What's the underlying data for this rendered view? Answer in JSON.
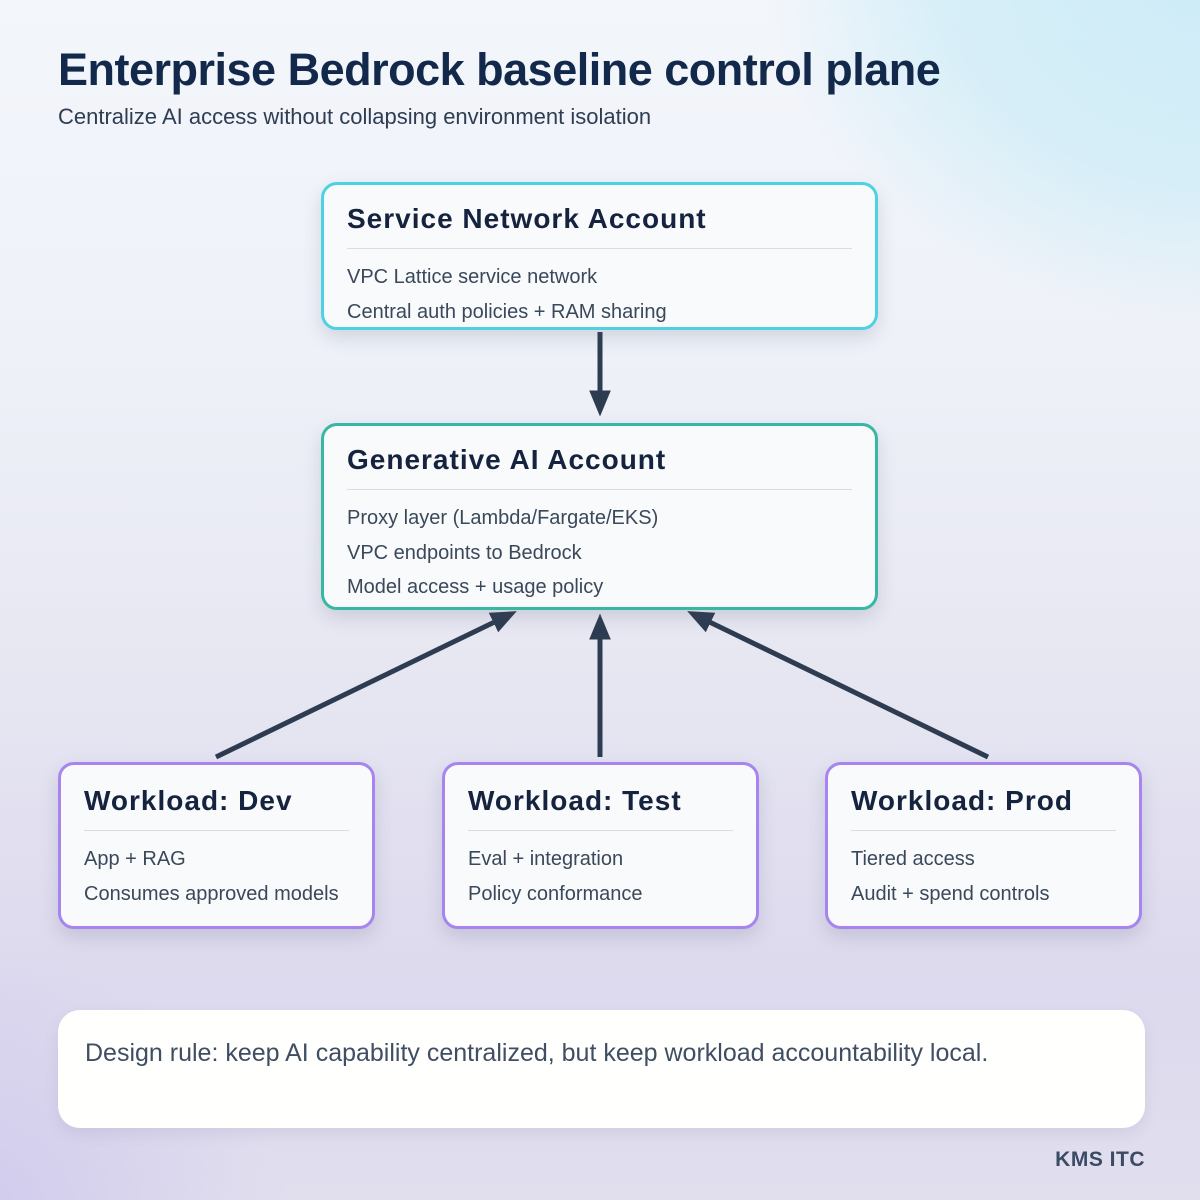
{
  "page": {
    "title": "Enterprise Bedrock baseline control plane",
    "subtitle": "Centralize AI access without collapsing environment isolation",
    "footer": "KMS ITC"
  },
  "colors": {
    "title_navy": "#13294b",
    "body_slate": "#3a4859",
    "accent_cyan": "#4ed1e3",
    "accent_teal": "#38b8a3",
    "accent_purple": "#a884f0",
    "arrow": "#2e3c52",
    "card_bg": "#f8fafc"
  },
  "nodes": [
    {
      "id": "service-network",
      "title": "Service Network Account",
      "lines": [
        "VPC Lattice service network",
        "Central auth policies + RAM sharing"
      ],
      "accent": "cyan"
    },
    {
      "id": "generative-ai",
      "title": "Generative AI Account",
      "lines": [
        "Proxy layer (Lambda/Fargate/EKS)",
        "VPC endpoints to Bedrock",
        "Model access + usage policy"
      ],
      "accent": "teal"
    },
    {
      "id": "workload-dev",
      "title": "Workload: Dev",
      "lines": [
        "App + RAG",
        "Consumes approved models"
      ],
      "accent": "purple"
    },
    {
      "id": "workload-test",
      "title": "Workload: Test",
      "lines": [
        "Eval + integration",
        "Policy conformance"
      ],
      "accent": "purple"
    },
    {
      "id": "workload-prod",
      "title": "Workload: Prod",
      "lines": [
        "Tiered access",
        "Audit + spend controls"
      ],
      "accent": "purple"
    }
  ],
  "edges": [
    {
      "from": "service-network",
      "to": "generative-ai"
    },
    {
      "from": "workload-dev",
      "to": "generative-ai"
    },
    {
      "from": "workload-test",
      "to": "generative-ai"
    },
    {
      "from": "workload-prod",
      "to": "generative-ai"
    }
  ],
  "note": {
    "text": "Design rule: keep AI capability centralized, but keep workload accountability local."
  }
}
